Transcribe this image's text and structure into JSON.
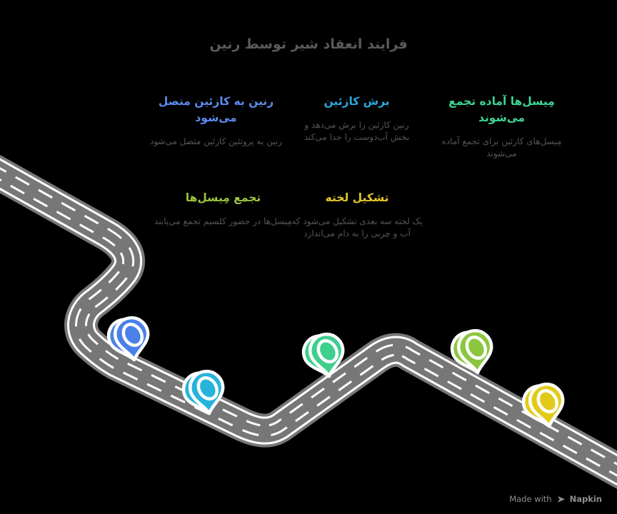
{
  "title": "فرایند انعقاد شیر توسط رنین",
  "title_color": "#5a5a5a",
  "body_text_color": "#565656",
  "background_color": "#000000",
  "steps": [
    {
      "heading": "رنین به کازئین متصل می‌شود",
      "body": "رنین به پروتئین کازئین متصل می‌شود",
      "color": "#5b8bee",
      "pin_color": "#4a80e8"
    },
    {
      "heading": "برش کازئین",
      "body": "رنین کازئین را برش می‌دهد و بخش آب‌دوست را جدا می‌کند",
      "color": "#2aa9e0",
      "pin_color": "#28b4da"
    },
    {
      "heading": "مِیسل‌ها آماده تجمع می‌شوند",
      "body": "مِیسل‌های کازئین برای تجمع آماده می‌شوند",
      "color": "#3ed495",
      "pin_color": "#3ecf8e"
    },
    {
      "heading": "تجمع مِیسل‌ها",
      "body": "مِیسل‌ها در حضور کلسیم تجمع می‌یابند",
      "color": "#9bc53d",
      "pin_color": "#8cc63f"
    },
    {
      "heading": "تشکیل لخته",
      "body": "یک لخته سه بعدی تشکیل می‌شود که آب و چربی را به دام می‌اندازد",
      "color": "#e3c727",
      "pin_color": "#e2ca18"
    }
  ],
  "road": {
    "asphalt_color": "#777777",
    "marking_color": "#ffffff"
  },
  "pin_outline_color": "#ffffff",
  "watermark": {
    "prefix": "Made with",
    "brand": "Napkin"
  }
}
